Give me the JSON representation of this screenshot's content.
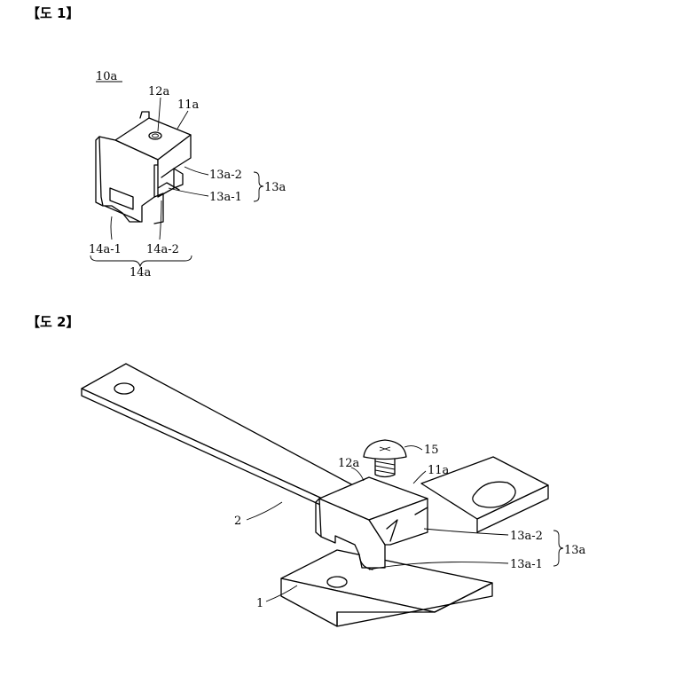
{
  "fig1": {
    "header": "【도 1】",
    "labels": {
      "ref": "10a",
      "hole": "12a",
      "top": "11a",
      "side2": "13a-2",
      "side1": "13a-1",
      "side_group": "13a",
      "slot1": "14a-1",
      "slot2": "14a-2",
      "slot_group": "14a"
    }
  },
  "fig2": {
    "header": "【도 2】",
    "labels": {
      "screw": "15",
      "hole": "12a",
      "top": "11a",
      "strap": "2",
      "base": "1",
      "side2": "13a-2",
      "side1": "13a-1",
      "side_group": "13a"
    }
  }
}
